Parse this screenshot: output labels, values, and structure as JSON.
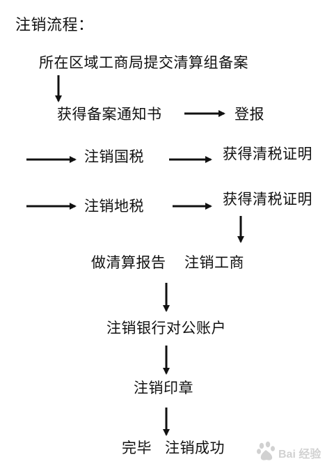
{
  "heading": "注销流程：",
  "steps": {
    "submit_filing": "所在区域工商局提交清算组备案",
    "get_notice": "获得备案通知书",
    "register": "登报",
    "cancel_national_tax": "注销国税",
    "get_tax_cert_1": "获得清税证明",
    "cancel_local_tax": "注销地税",
    "get_tax_cert_2": "获得清税证明",
    "liquidation_report": "做清算报告",
    "cancel_business": "注销工商",
    "cancel_bank_account": "注销银行对公账户",
    "cancel_seal": "注销印章",
    "complete": "完毕",
    "success": "注销成功"
  },
  "watermark": {
    "text": "Bai 经验",
    "icon": "baidu-paw-icon"
  }
}
